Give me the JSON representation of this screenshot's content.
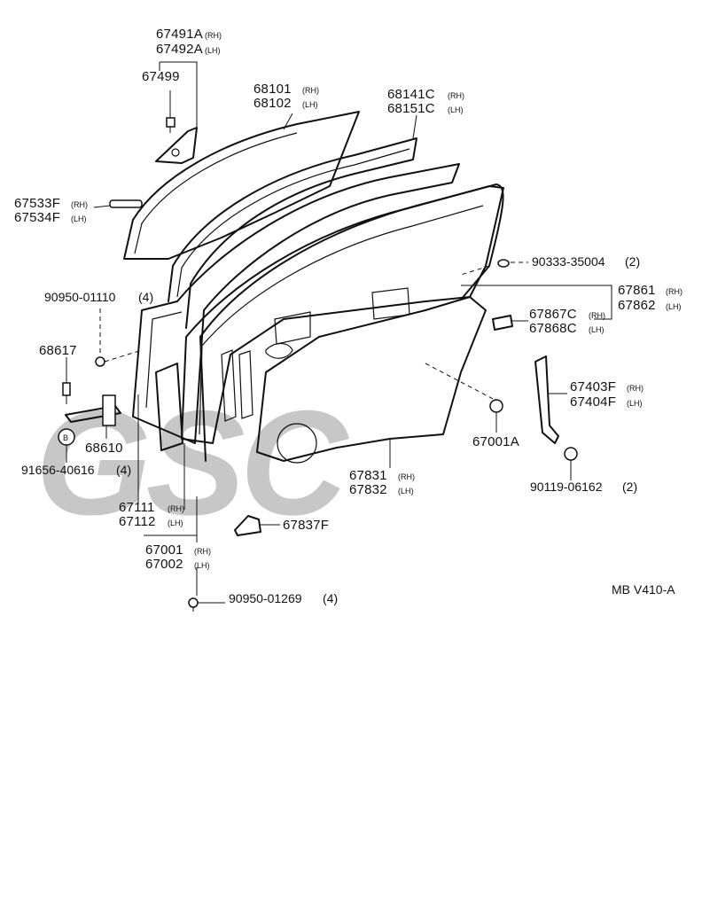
{
  "watermark": "GSC",
  "diagram_code": "MB V410-A",
  "callouts": [
    {
      "id": "c-67491A",
      "lines": [
        {
          "num": "67491A",
          "side": "(RH)"
        },
        {
          "num": "67492A",
          "side": "(LH)"
        }
      ]
    },
    {
      "id": "c-67499",
      "lines": [
        {
          "num": "67499",
          "side": ""
        }
      ]
    },
    {
      "id": "c-68101",
      "lines": [
        {
          "num": "68101",
          "side": "(RH)"
        },
        {
          "num": "68102",
          "side": "(LH)"
        }
      ]
    },
    {
      "id": "c-68141C",
      "lines": [
        {
          "num": "68141C",
          "side": "(RH)"
        },
        {
          "num": "68151C",
          "side": "(LH)"
        }
      ]
    },
    {
      "id": "c-67533F",
      "lines": [
        {
          "num": "67533F",
          "side": "(RH)"
        },
        {
          "num": "67534F",
          "side": "(LH)"
        }
      ]
    },
    {
      "id": "c-90333",
      "lines": [
        {
          "num": "90333-35004",
          "side": "(2)"
        }
      ]
    },
    {
      "id": "c-90950-01110",
      "lines": [
        {
          "num": "90950-01110",
          "side": "(4)"
        }
      ]
    },
    {
      "id": "c-67861",
      "lines": [
        {
          "num": "67861",
          "side": "(RH)"
        },
        {
          "num": "67862",
          "side": "(LH)"
        }
      ]
    },
    {
      "id": "c-67867C",
      "lines": [
        {
          "num": "67867C",
          "side": "(RH)"
        },
        {
          "num": "67868C",
          "side": "(LH)"
        }
      ]
    },
    {
      "id": "c-68617",
      "lines": [
        {
          "num": "68617",
          "side": ""
        }
      ]
    },
    {
      "id": "c-67403F",
      "lines": [
        {
          "num": "67403F",
          "side": "(RH)"
        },
        {
          "num": "67404F",
          "side": "(LH)"
        }
      ]
    },
    {
      "id": "c-68610",
      "lines": [
        {
          "num": "68610",
          "side": ""
        }
      ]
    },
    {
      "id": "c-67001A",
      "lines": [
        {
          "num": "67001A",
          "side": ""
        }
      ]
    },
    {
      "id": "c-91656",
      "lines": [
        {
          "num": "91656-40616",
          "side": "(4)"
        }
      ]
    },
    {
      "id": "c-67831",
      "lines": [
        {
          "num": "67831",
          "side": "(RH)"
        },
        {
          "num": "67832",
          "side": "(LH)"
        }
      ]
    },
    {
      "id": "c-90119",
      "lines": [
        {
          "num": "90119-06162",
          "side": "(2)"
        }
      ]
    },
    {
      "id": "c-67111",
      "lines": [
        {
          "num": "67111",
          "side": "(RH)"
        },
        {
          "num": "67112",
          "side": "(LH)"
        }
      ]
    },
    {
      "id": "c-67837F",
      "lines": [
        {
          "num": "67837F",
          "side": ""
        }
      ]
    },
    {
      "id": "c-67001",
      "lines": [
        {
          "num": "67001",
          "side": "(RH)"
        },
        {
          "num": "67002",
          "side": "(LH)"
        }
      ]
    },
    {
      "id": "c-90950-01269",
      "lines": [
        {
          "num": "90950-01269",
          "side": "(4)"
        }
      ]
    }
  ],
  "bolt_marker": "B"
}
